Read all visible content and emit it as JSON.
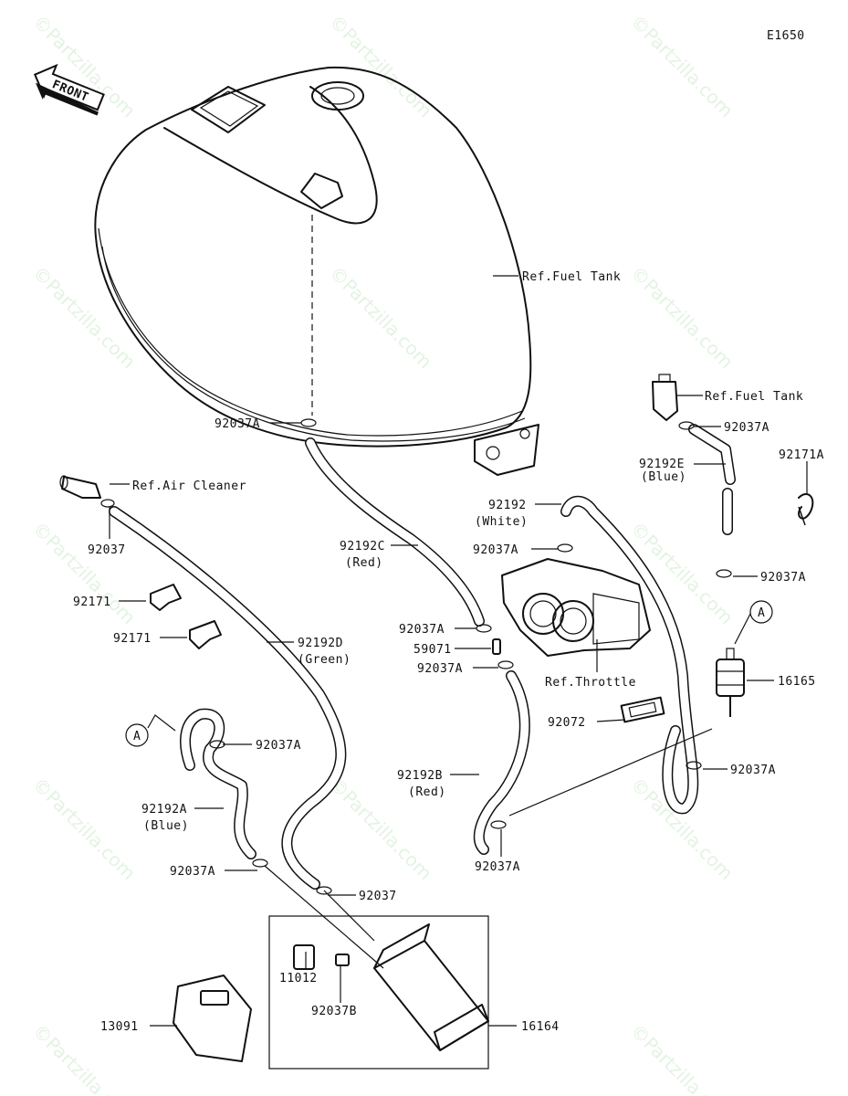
{
  "diagram_code": "E1650",
  "front_label": "FRONT",
  "watermark": "©Partzilla.com",
  "callouts": {
    "ref_fuel_tank_main": "Ref.Fuel Tank",
    "ref_fuel_tank_valve": "Ref.Fuel Tank",
    "ref_air_cleaner": "Ref.Air Cleaner",
    "ref_throttle": "Ref.Throttle",
    "c92037a_tank": "92037A",
    "c92037a_valve": "92037A",
    "c92192e": "92192E",
    "c92192e_color": "(Blue)",
    "c92171a": "92171A",
    "c92192_white": "92192",
    "c92192_white_color": "(White)",
    "c92037a_white": "92037A",
    "c92037a_right_upper": "92037A",
    "c92192c": "92192C",
    "c92192c_color": "(Red)",
    "c92037a_red_upper": "92037A",
    "c59071": "59071",
    "c92037a_red_lower": "92037A",
    "c16165": "16165",
    "c92072": "92072",
    "c92037a_right_lower": "92037A",
    "c92192b": "92192B",
    "c92192b_color": "(Red)",
    "c92037a_bottom_mid": "92037A",
    "c92037_aircleaner": "92037",
    "c92171_upper": "92171",
    "c92171_lower": "92171",
    "c92192d": "92192D",
    "c92192d_color": "(Green)",
    "c92037a_left": "92037A",
    "c92192a": "92192A",
    "c92192a_color": "(Blue)",
    "c92037a_left_lower": "92037A",
    "c92037_canister": "92037",
    "c11012": "11012",
    "c92037b": "92037B",
    "c13091": "13091",
    "c16164": "16164",
    "ref_a_left": "A",
    "ref_a_right": "A"
  }
}
